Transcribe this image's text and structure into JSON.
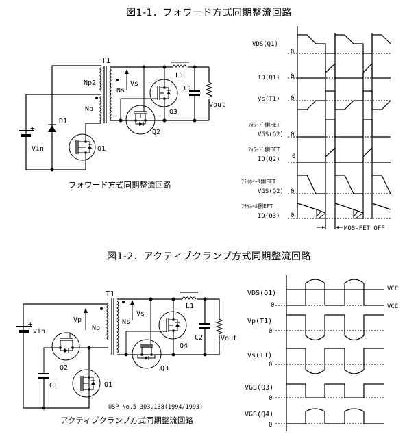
{
  "figure1": {
    "title": "図1-1．フォワード方式同期整流回路",
    "circuit_caption": "フォワード方式同期整流回路",
    "labels": {
      "T1": "T1",
      "Np2": "Np2",
      "Np": "Np",
      "Ns": "Ns",
      "Vs": "Vs",
      "L1": "L1",
      "C1": "C1",
      "Vout": "Vout",
      "D1": "D1",
      "Vin": "Vin",
      "Q1": "Q1",
      "Q2": "Q2",
      "Q3": "Q3",
      "plus": "+"
    },
    "waveforms": [
      {
        "label1": "",
        "label2": "VDS(Q1)",
        "zero": "0"
      },
      {
        "label1": "",
        "label2": "ID(Q1)",
        "zero": "0"
      },
      {
        "label1": "",
        "label2": "Vs(T1)",
        "zero": "0"
      },
      {
        "label1": "ﾌｫﾜｰﾄﾞ側FET",
        "label2": "VGS(Q2)",
        "zero": "0"
      },
      {
        "label1": "ﾌｫﾜｰﾄﾞ側FET",
        "label2": "ID(Q2)",
        "zero": "0"
      },
      {
        "label1": "ﾌﾗｲﾎｲｰﾙ側FET",
        "label2": "VGS(Q2)",
        "zero": "0"
      },
      {
        "label1": "ﾌﾗｲﾎｰﾙ側EFT",
        "label2": "ID(Q3)",
        "zero": "0"
      }
    ],
    "annotation": "MOS-FET OFF"
  },
  "figure2": {
    "title": "図1-2．アクティブクランプ方式同期整流回路",
    "circuit_caption": "アクティブクランプ方式同期整流回路",
    "patent": "USP No.5,303,138(1994/1993)",
    "labels": {
      "T1": "T1",
      "Vp": "Vp",
      "Np": "Np",
      "Ns": "Ns",
      "Vs": "Vs",
      "L1": "L1",
      "C2": "C2",
      "C1": "C1",
      "Vout": "Vout",
      "Vin": "Vin",
      "Q1": "Q1",
      "Q2": "Q2",
      "Q3": "Q3",
      "Q4": "Q4",
      "plus": "+"
    },
    "waveforms": [
      {
        "label": "VDS(Q1)",
        "zero": "0",
        "right_top": "VCC",
        "right_zero": "VCC"
      },
      {
        "label": "Vp(T1)",
        "zero": "0"
      },
      {
        "label": "Vs(T1)",
        "zero": "0"
      },
      {
        "label": "VGS(Q3)",
        "zero": "0"
      },
      {
        "label": "VGS(Q4)",
        "zero": "0"
      }
    ]
  }
}
